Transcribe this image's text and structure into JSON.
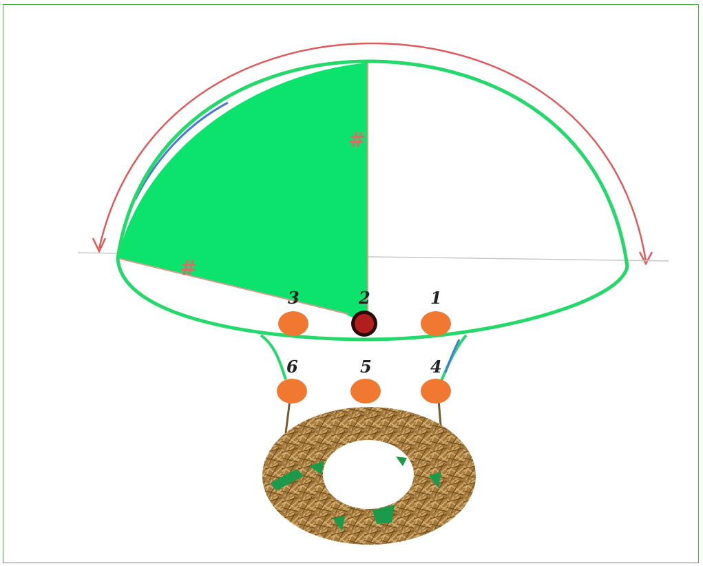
{
  "points": [
    {
      "id": "1",
      "label": "1",
      "kind": "dot"
    },
    {
      "id": "2",
      "label": "2",
      "kind": "center-dot"
    },
    {
      "id": "3",
      "label": "3",
      "kind": "dot"
    },
    {
      "id": "4",
      "label": "4",
      "kind": "dot"
    },
    {
      "id": "5",
      "label": "5",
      "kind": "dot"
    },
    {
      "id": "6",
      "label": "6",
      "kind": "dot"
    }
  ],
  "equal_marks": [
    "#",
    "#"
  ],
  "colors": {
    "frame": "#3cb043",
    "outline": "#22d96a",
    "sector_fill": "#0be36d",
    "arc_arrow": "#e05a5a",
    "blue_edge": "#4a78d8",
    "dot_fill": "#f07830",
    "center_dot": "#b01e1e",
    "ring": "#a07838"
  }
}
